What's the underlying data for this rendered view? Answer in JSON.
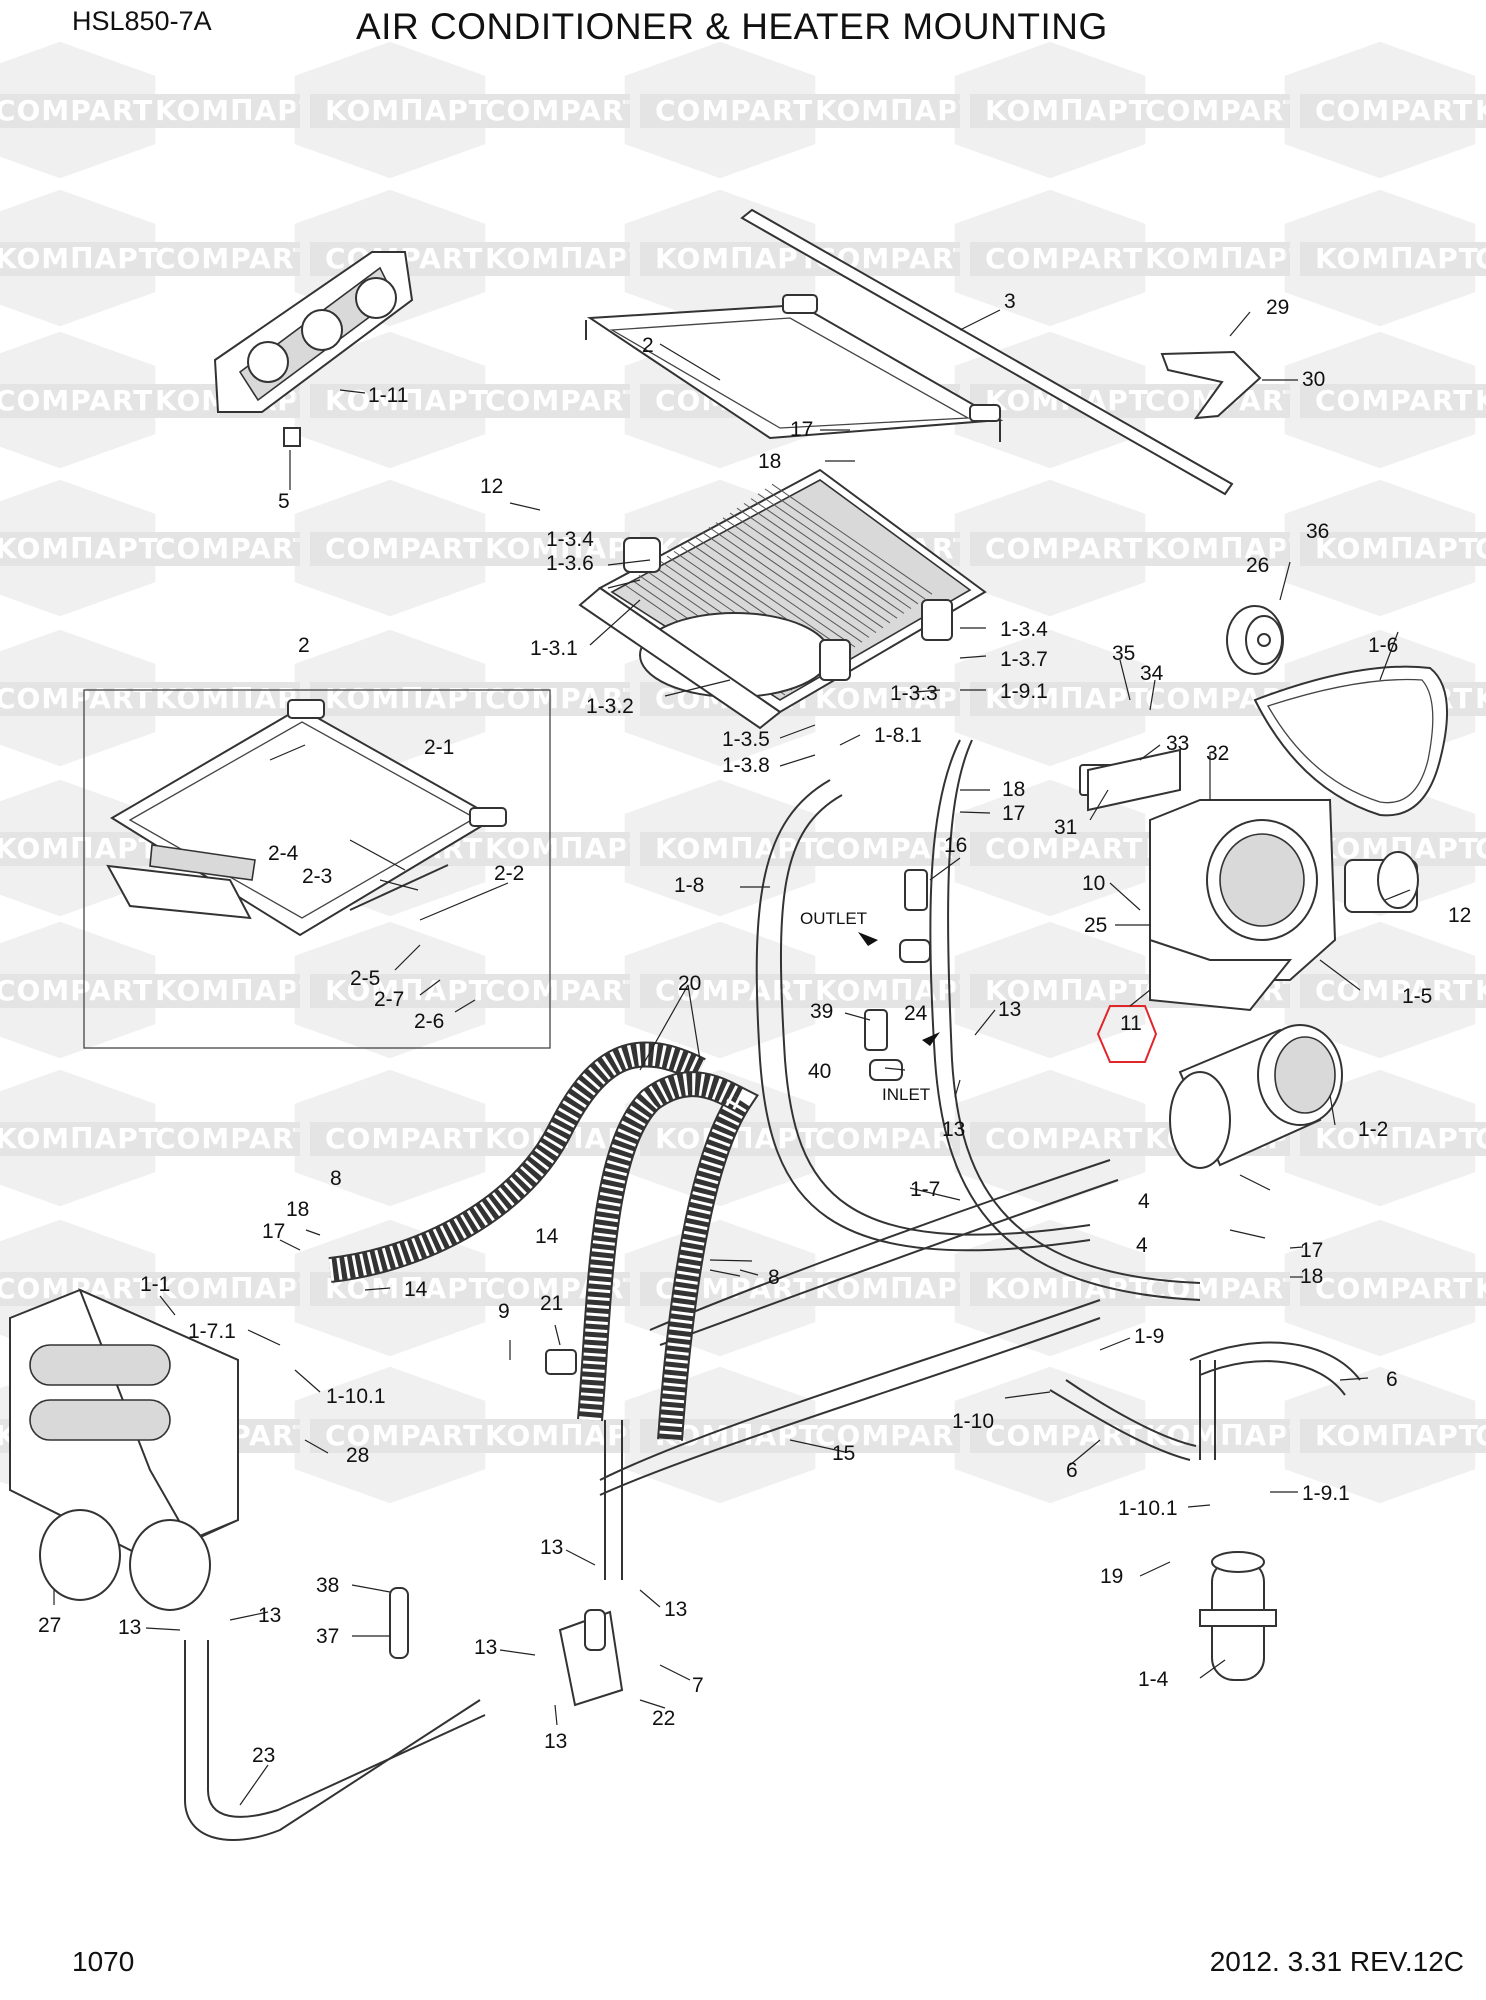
{
  "header": {
    "model": "HSL850-7A",
    "title": "AIR CONDITIONER & HEATER MOUNTING"
  },
  "footer": {
    "page_number": "1070",
    "revision": "2012. 3.31 REV.12C"
  },
  "watermark": {
    "texts": [
      "COMPART",
      "KOMΠAPT"
    ],
    "color": "#e4e4e4"
  },
  "highlight_color": "#e0262b",
  "annotations": {
    "outlet": "OUTLET",
    "inlet": "INLET"
  },
  "callouts": [
    "1-11",
    "5",
    "2",
    "3",
    "29",
    "30",
    "17",
    "18",
    "12",
    "1-3.4",
    "1-3.6",
    "1-3.1",
    "1-3.4",
    "1-3.7",
    "1-3.3",
    "1-9.1",
    "1-3.2",
    "1-3.5",
    "1-3.8",
    "1-8.1",
    "36",
    "26",
    "1-6",
    "35",
    "34",
    "33",
    "32",
    "31",
    "2",
    "2-1",
    "2-4",
    "2-3",
    "2-2",
    "2-5",
    "2-7",
    "2-6",
    "18",
    "17",
    "16",
    "1-8",
    "10",
    "25",
    "12",
    "OUTLET",
    "24",
    "1-5",
    "11",
    "20",
    "39",
    "13",
    "40",
    "INLET",
    "13",
    "1-2",
    "8",
    "18",
    "17",
    "1-7",
    "4",
    "4",
    "14",
    "17",
    "18",
    "8",
    "1-1",
    "14",
    "1-7.1",
    "9",
    "21",
    "1-10.1",
    "1-9",
    "6",
    "28",
    "1-10",
    "15",
    "6",
    "1-10.1",
    "1-9.1",
    "13",
    "19",
    "13",
    "38",
    "27",
    "13",
    "13",
    "37",
    "13",
    "7",
    "22",
    "1-4",
    "13",
    "23"
  ]
}
